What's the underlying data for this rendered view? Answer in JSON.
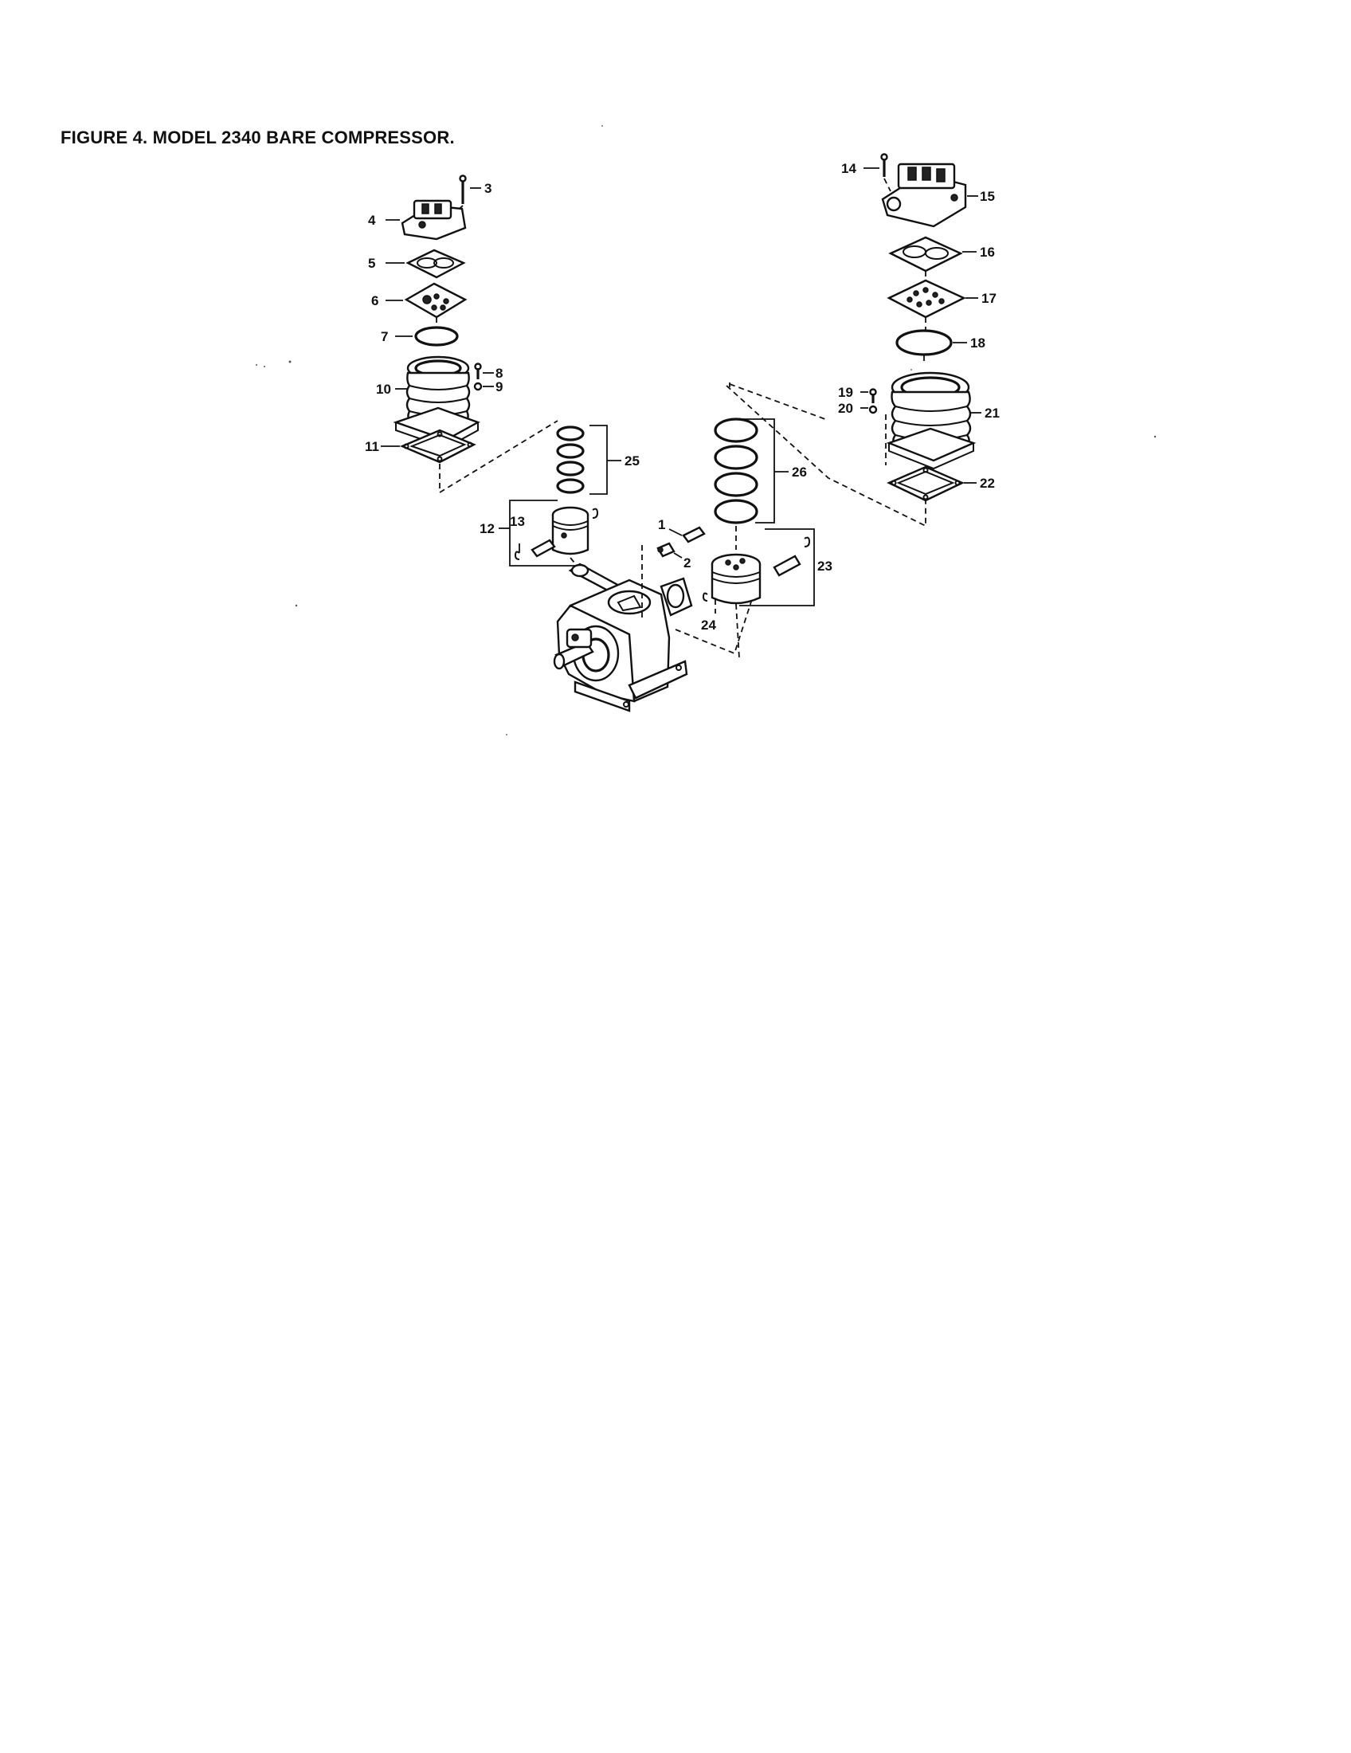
{
  "figure": {
    "title": "FIGURE 4. MODEL 2340 BARE COMPRESSOR."
  },
  "callouts": {
    "c1": "1",
    "c2": "2",
    "c3": "3",
    "c4": "4",
    "c5": "5",
    "c6": "6",
    "c7": "7",
    "c8": "8",
    "c9": "9",
    "c10": "10",
    "c11": "11",
    "c12": "12",
    "c13": "13",
    "c14": "14",
    "c15": "15",
    "c16": "16",
    "c17": "17",
    "c18": "18",
    "c19": "19",
    "c20": "20",
    "c21": "21",
    "c22": "22",
    "c23": "23",
    "c24": "24",
    "c25": "25",
    "c26": "26"
  }
}
